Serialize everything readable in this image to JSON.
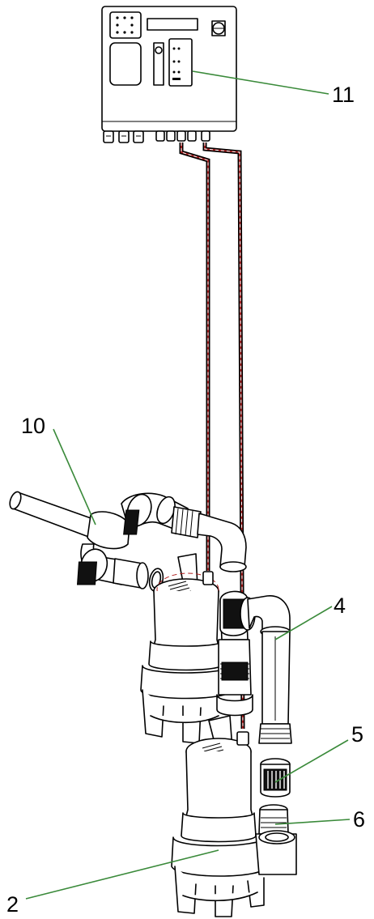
{
  "callouts": {
    "c11": "11",
    "c10": "10",
    "c4": "4",
    "c5": "5",
    "c6": "6",
    "c2": "2"
  },
  "colors": {
    "leader": "#3a8a3a",
    "cable": "#b02020",
    "line": "#000000"
  }
}
